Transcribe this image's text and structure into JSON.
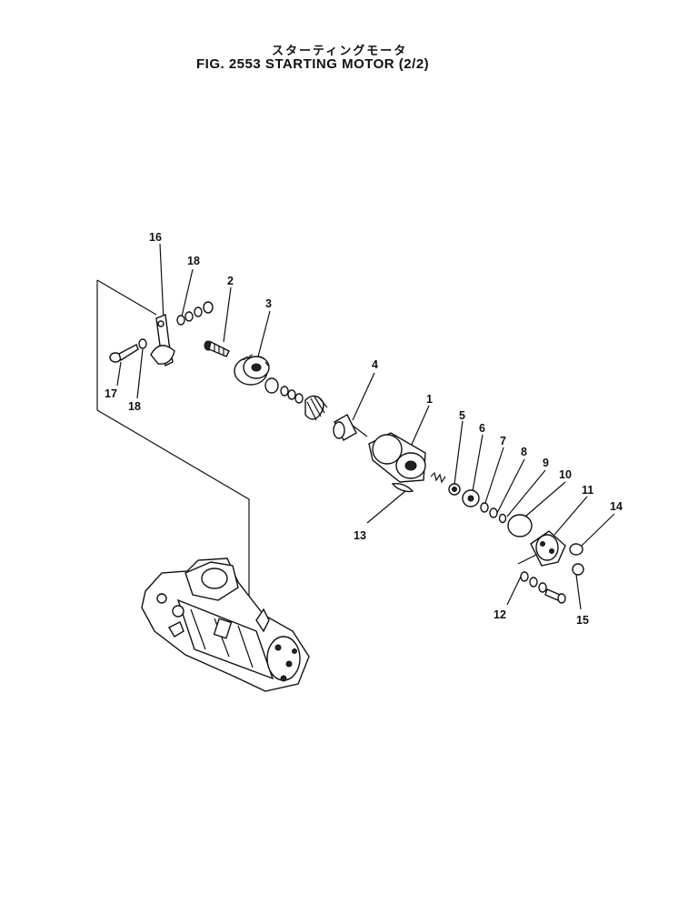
{
  "header": {
    "title_jp": "スターティングモータ",
    "title_en": "FIG. 2553  STARTING MOTOR (2/2)"
  },
  "callouts": [
    "1",
    "2",
    "3",
    "4",
    "5",
    "6",
    "7",
    "8",
    "9",
    "10",
    "11",
    "12",
    "13",
    "14",
    "15",
    "16",
    "17",
    "18"
  ]
}
